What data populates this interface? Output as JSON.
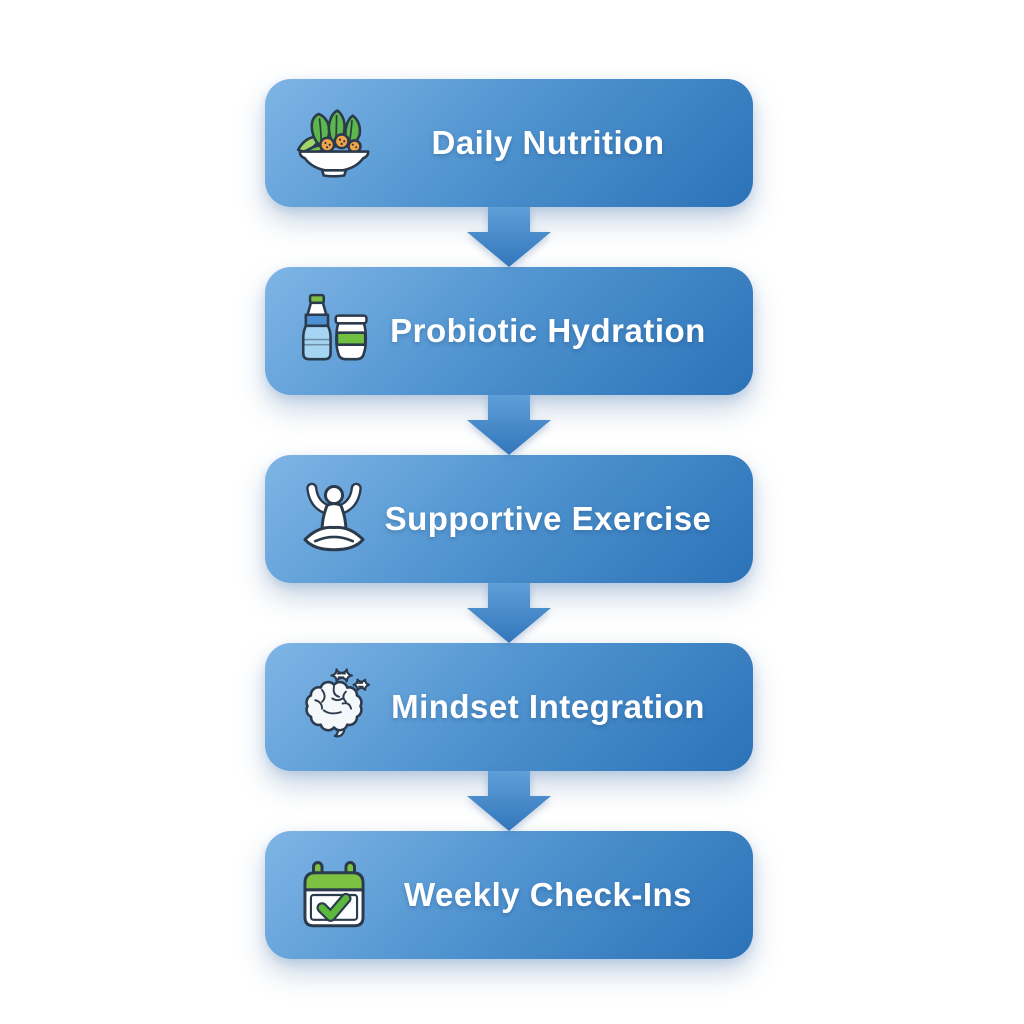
{
  "flowchart": {
    "steps": [
      {
        "label": "Daily Nutrition",
        "icon": "salad-bowl-icon"
      },
      {
        "label": "Probiotic Hydration",
        "icon": "water-bottle-and-jar-icon"
      },
      {
        "label": "Supportive Exercise",
        "icon": "yoga-person-icon"
      },
      {
        "label": "Mindset Integration",
        "icon": "brain-thought-icon"
      },
      {
        "label": "Weekly Check-Ins",
        "icon": "calendar-check-icon"
      }
    ],
    "connector_icon": "down-arrow-icon",
    "colors": {
      "background": "#ffffff",
      "box_gradient_light": "#7fb5e6",
      "box_gradient_dark": "#2b72b7",
      "arrow_blue_top": "#5f9fd8",
      "arrow_blue_bottom": "#3276bb",
      "label_text": "#ffffff",
      "icon_outline": "#2b3a4c",
      "icon_green": "#7cc142",
      "icon_leaf_green": "#5cb84a",
      "icon_check_green": "#5cb83c",
      "icon_orange": "#f2a444",
      "icon_water_blue": "#a5d5f3",
      "icon_label_blue": "#4a90d2"
    }
  }
}
